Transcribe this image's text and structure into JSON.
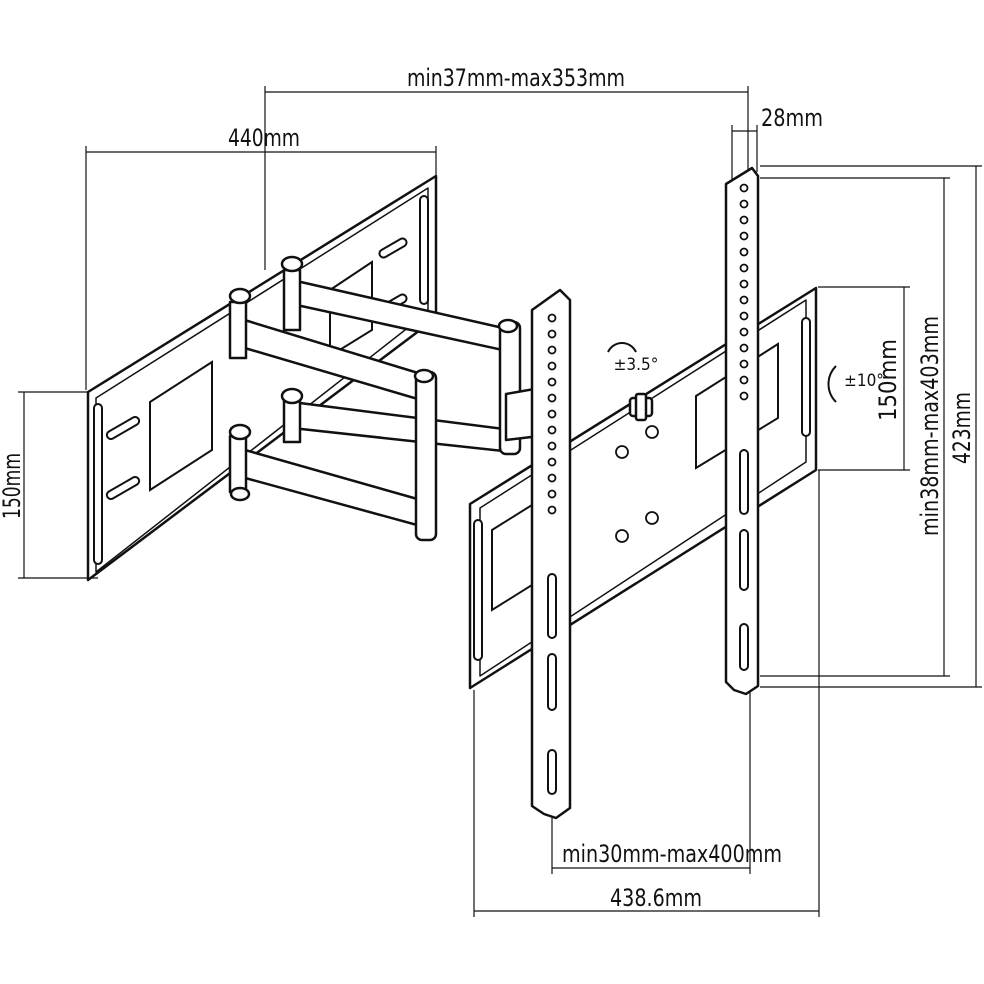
{
  "dimensions": {
    "arm_extension": "min37mm-max353mm",
    "wall_plate_width": "440mm",
    "profile_depth": "28mm",
    "wall_plate_height": "150mm",
    "vesa_vertical": "min38mm-max403mm",
    "overall_height": "423mm",
    "vesa_horizontal": "min30mm-max400mm",
    "overall_width": "438.6mm",
    "head_plate_height": "150mm"
  },
  "angles": {
    "swivel": "±3.5°",
    "tilt": "±10°"
  }
}
